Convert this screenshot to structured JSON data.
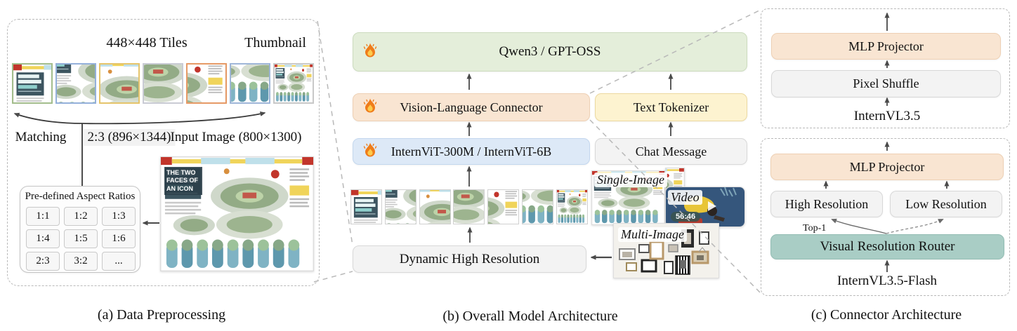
{
  "colors": {
    "llm_green": "#e4eeda",
    "connector_peach": "#f9e5d2",
    "vit_blue": "#dde9f7",
    "tokenizer_yellow": "#fdf3d0",
    "neutral_gray": "#f3f3f3",
    "router_teal": "#a9cdc5",
    "arrow_gray": "#4a4a4a",
    "dashed_gray": "#b9b9b9"
  },
  "panel_a": {
    "caption": "(a) Data Preprocessing",
    "tiles_heading": "448×448 Tiles",
    "thumbnail_heading": "Thumbnail",
    "matching_label": "Matching",
    "matched_ratio_label": "2:3 (896×1344)",
    "input_image_label": "Input Image (800×1300)",
    "aspect_box_title": "Pre-defined Aspect Ratios",
    "aspect_ratios": [
      "1:1",
      "1:2",
      "1:3",
      "1:4",
      "1:5",
      "1:6",
      "2:3",
      "3:2",
      "..."
    ],
    "input_image_headline": "THE TWO FACES OF AN ICON",
    "tile_border_colors": [
      "#a3bd8c",
      "#94b0da",
      "#e5c46b",
      "#c9cbd4",
      "#e69a66",
      "#9fb6d8"
    ],
    "thumbnail_border_color": "#c9c9c9"
  },
  "panel_b": {
    "caption": "(b) Overall Model Architecture",
    "llm_label": "Qwen3 / GPT-OSS",
    "connector_label": "Vision-Language Connector",
    "tokenizer_label": "Text Tokenizer",
    "vit_label": "InternViT-300M / InternViT-6B",
    "chat_label": "Chat Message",
    "dhr_label": "Dynamic High Resolution",
    "single_image_label": "Single-Image",
    "video_label": "Video",
    "video_timestamp": "56:46",
    "multi_image_label": "Multi-Image"
  },
  "panel_c": {
    "caption": "(c) Connector Architecture",
    "top": {
      "mlp_label": "MLP Projector",
      "pixel_shuffle_label": "Pixel Shuffle",
      "model_label": "InternVL3.5"
    },
    "bottom": {
      "mlp_label": "MLP Projector",
      "high_res_label": "High Resolution",
      "low_res_label": "Low Resolution",
      "router_label": "Visual Resolution Router",
      "top1_label": "Top-1",
      "model_label": "InternVL3.5-Flash"
    }
  }
}
